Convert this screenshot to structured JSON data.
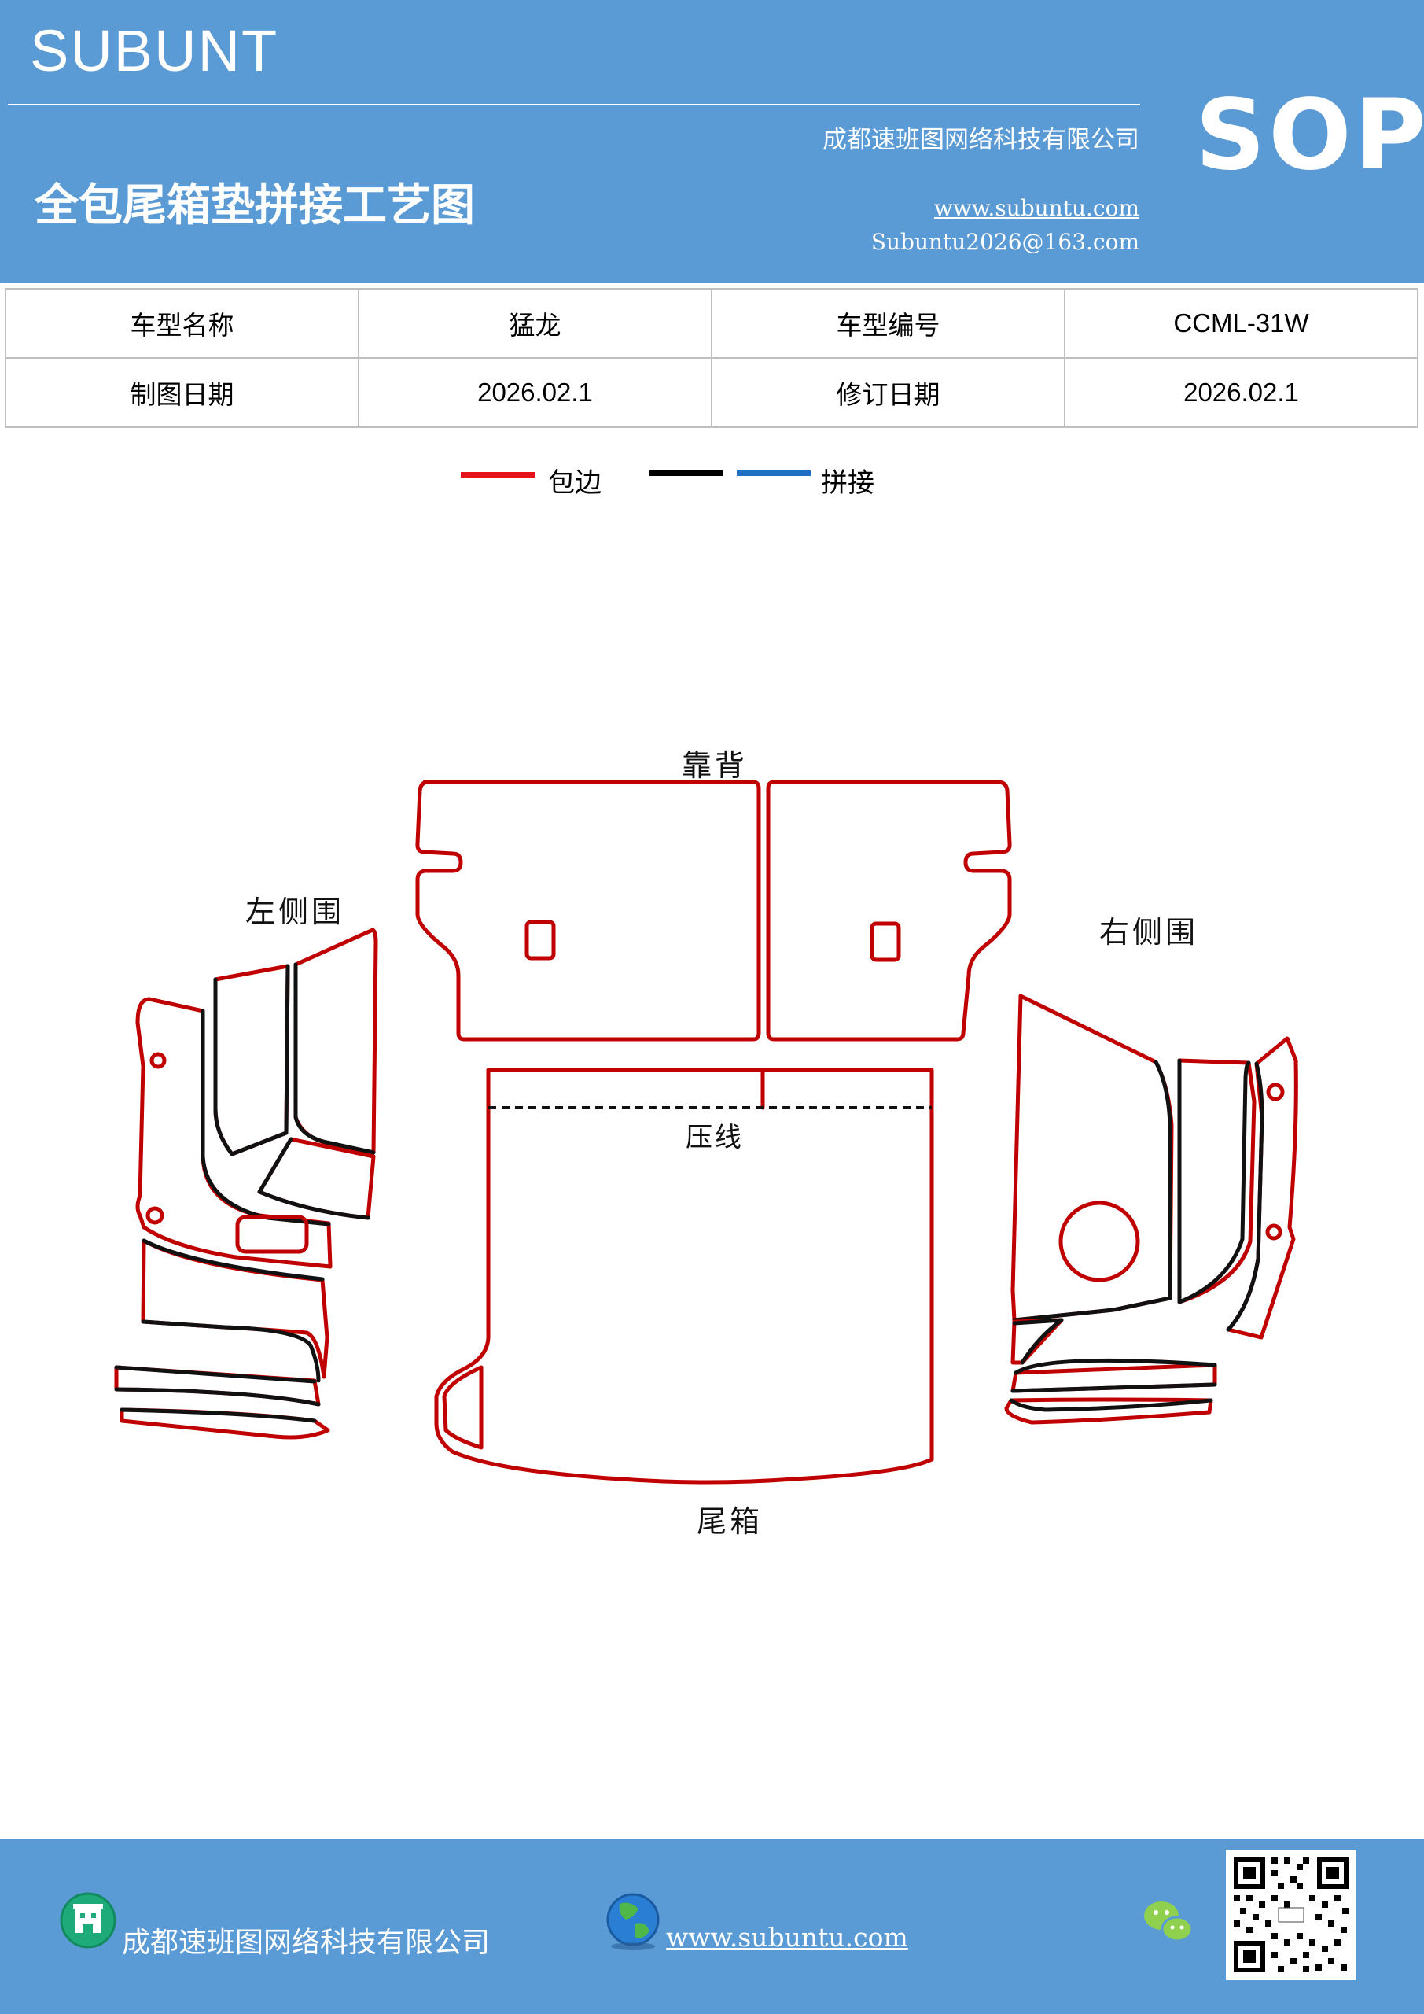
{
  "header": {
    "brand": "SUBUNT",
    "company": "成都速班图网络科技有限公司",
    "website": "www.subuntu.com",
    "email": "Subuntu2026@163.com",
    "title": "全包尾箱垫拼接工艺图",
    "badge": "SOP"
  },
  "info_table": {
    "rows": [
      [
        "车型名称",
        "猛龙",
        "车型编号",
        "CCML-31W"
      ],
      [
        "制图日期",
        "2026.02.1",
        "修订日期",
        "2026.02.1"
      ]
    ]
  },
  "legend": {
    "items": [
      {
        "label": "包边",
        "color": "#e8141b"
      },
      {
        "label": "",
        "color": "#000000"
      },
      {
        "label": "拼接",
        "color": "#1f6fc5"
      }
    ]
  },
  "drawing": {
    "labels": {
      "backrest": "靠背",
      "left_side": "左侧围",
      "right_side": "右侧围",
      "press_line": "压线",
      "trunk": "尾箱"
    },
    "colors": {
      "edge": "#c00000",
      "seam": "#111111"
    }
  },
  "footer": {
    "company": "成都速班图网络科技有限公司",
    "website": "www.subuntu.com",
    "icons": [
      "building-icon",
      "globe-icon",
      "wechat-icon",
      "qr-code"
    ]
  }
}
